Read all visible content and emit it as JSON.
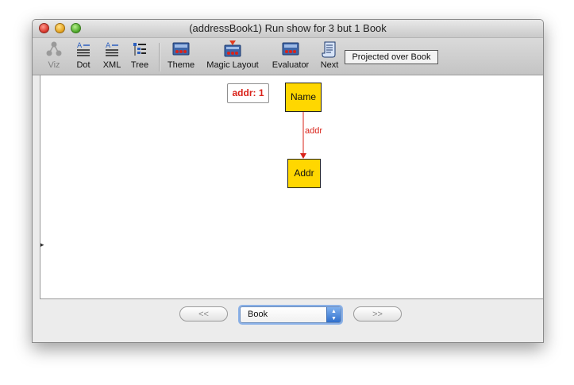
{
  "window": {
    "title": "(addressBook1) Run show for 3 but 1 Book",
    "controls": [
      "close",
      "minimize",
      "zoom"
    ]
  },
  "toolbar": {
    "buttons": [
      {
        "label": "Viz",
        "icon": "viz-icon",
        "enabled": false
      },
      {
        "label": "Dot",
        "icon": "text-doc-icon",
        "enabled": true
      },
      {
        "label": "XML",
        "icon": "text-doc-icon",
        "enabled": true
      },
      {
        "label": "Tree",
        "icon": "tree-icon",
        "enabled": true
      },
      {
        "label": "Theme",
        "icon": "theme-icon",
        "enabled": true
      },
      {
        "label": "Magic Layout",
        "icon": "magic-layout-icon",
        "enabled": true
      },
      {
        "label": "Evaluator",
        "icon": "evaluator-icon",
        "enabled": true
      },
      {
        "label": "Next",
        "icon": "scroll-icon",
        "enabled": true
      }
    ],
    "projection": "Projected over Book"
  },
  "canvas": {
    "label": "addr: 1",
    "nodes": [
      {
        "id": "name",
        "label": "Name"
      },
      {
        "id": "addr",
        "label": "Addr"
      }
    ],
    "edges": [
      {
        "from": "Name",
        "to": "Addr",
        "label": "addr"
      }
    ],
    "split_handle": "▸"
  },
  "navigation": {
    "prev_label": "<<",
    "next_label": ">>",
    "selected": "Book"
  },
  "colors": {
    "node_fill": "#ffd700",
    "edge": "#d9231a",
    "focus_ring": "#8cb2e8"
  }
}
